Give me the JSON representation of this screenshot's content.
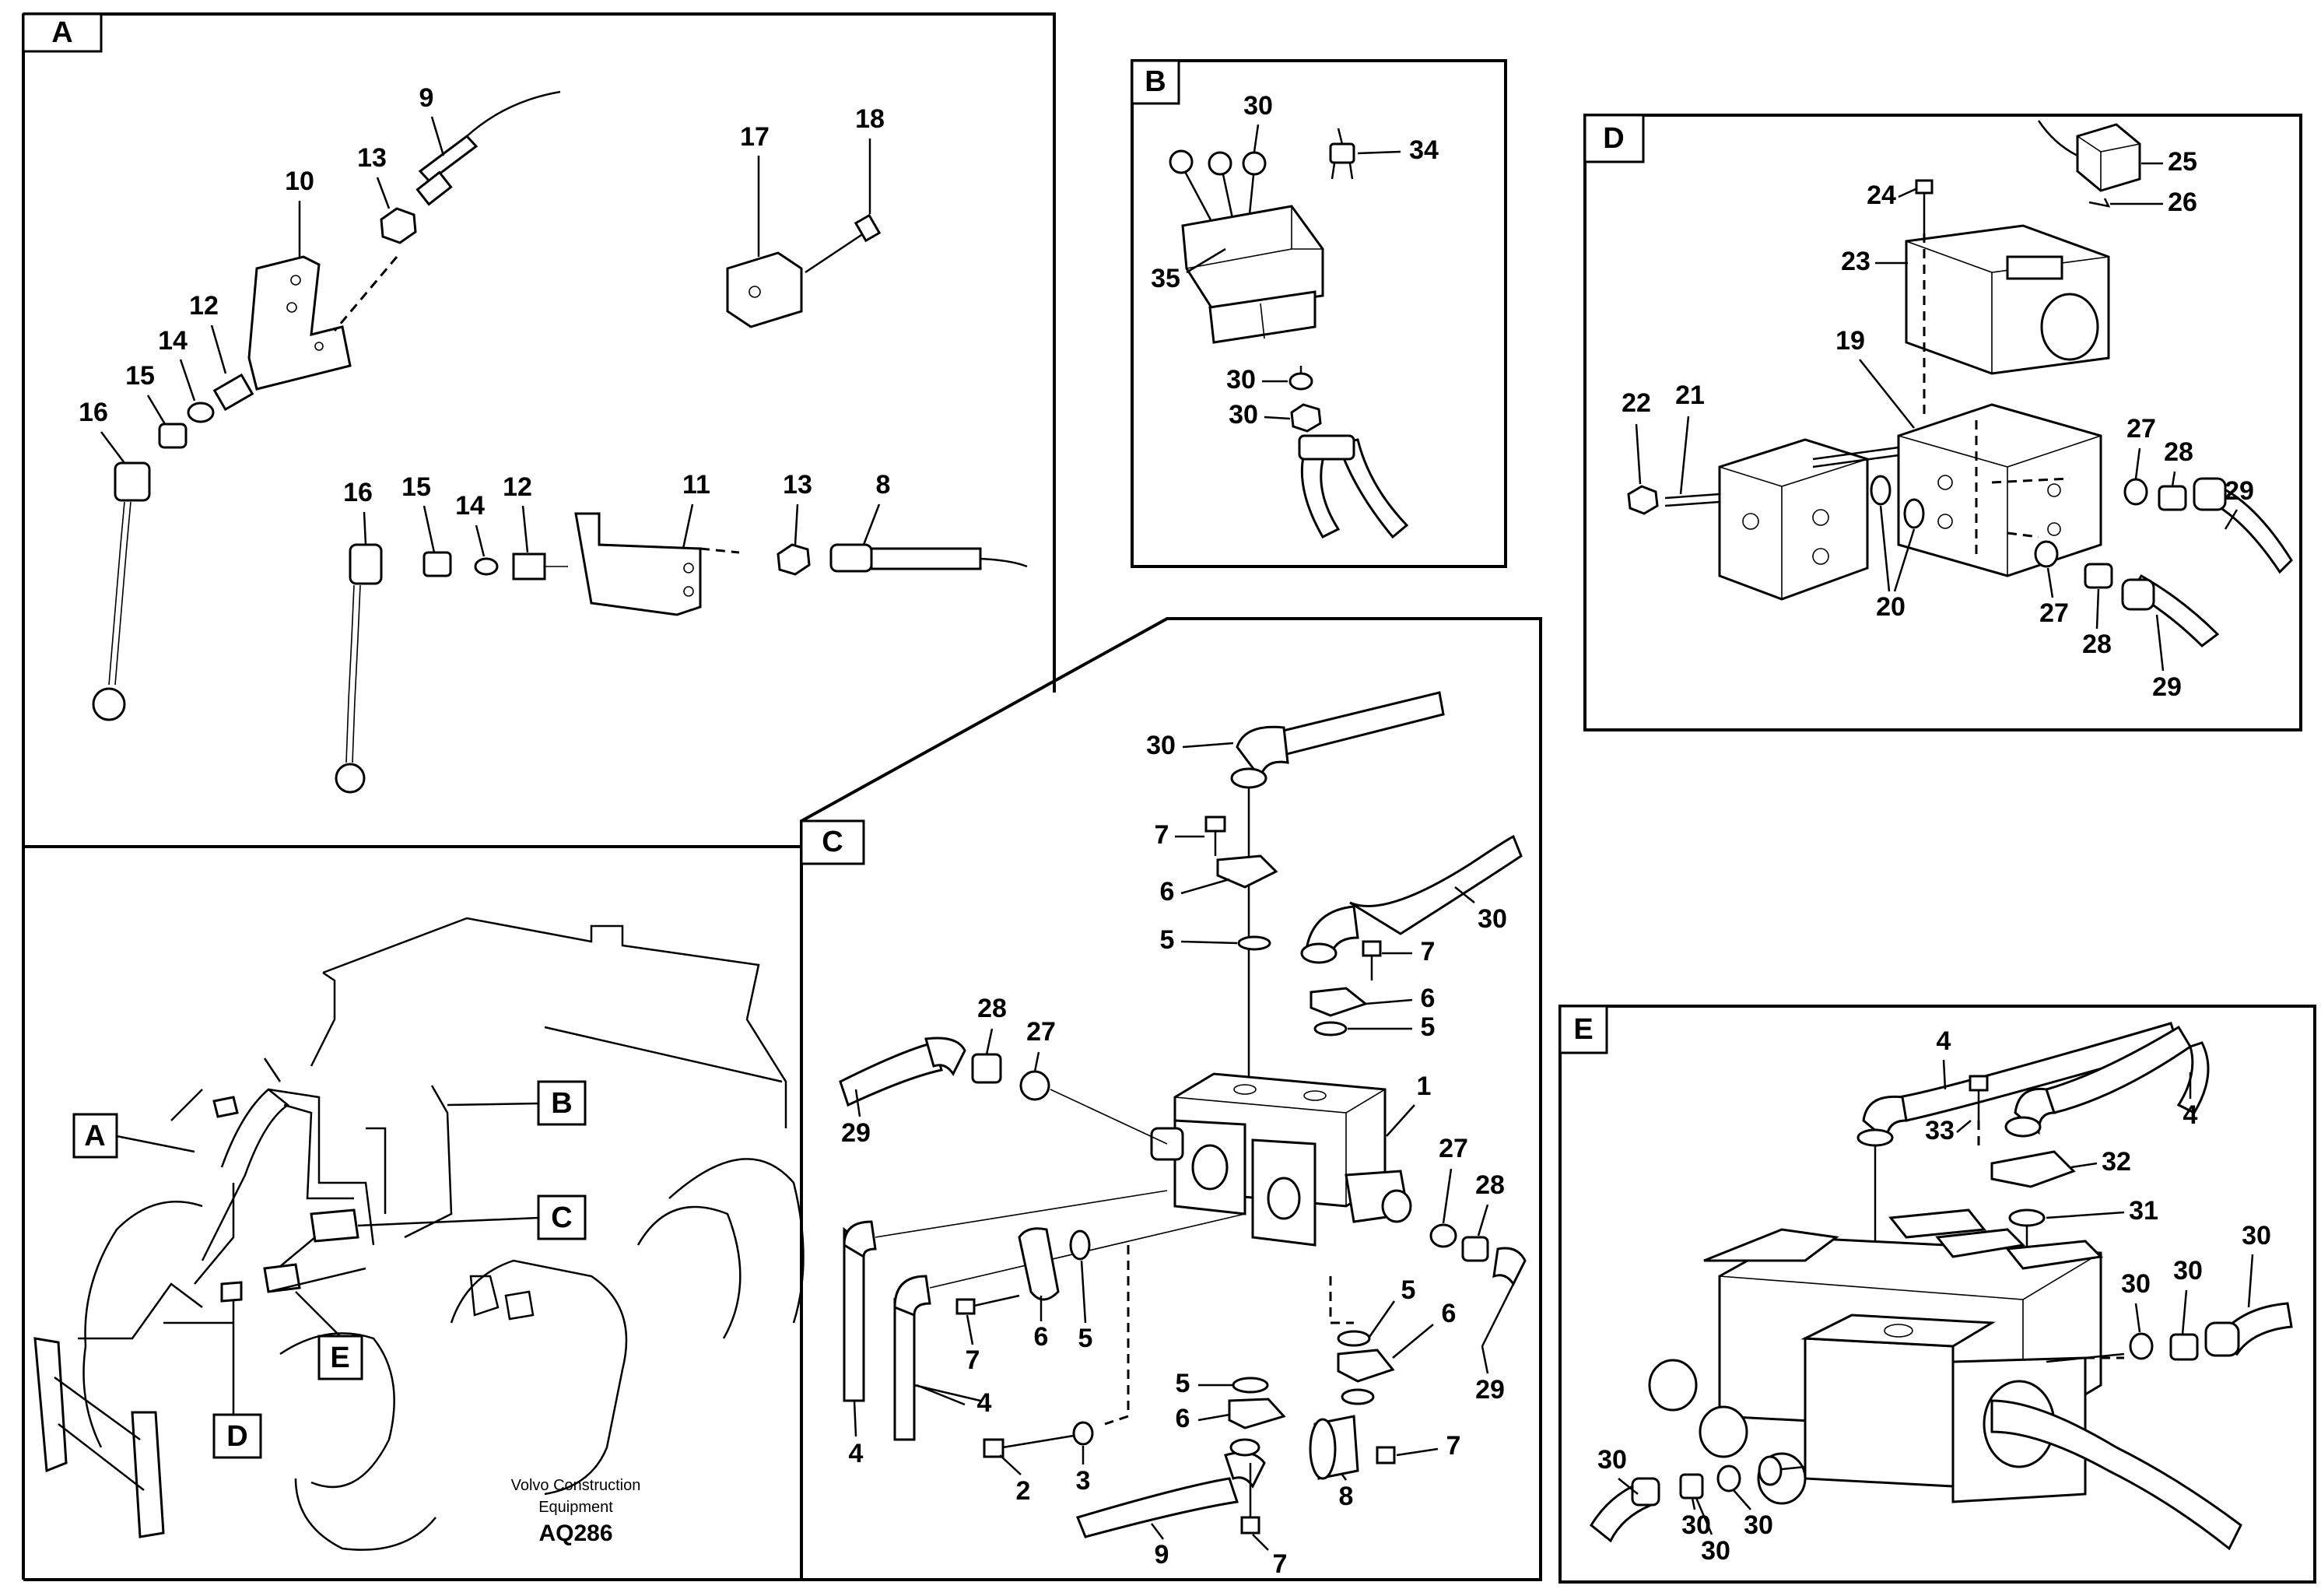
{
  "panels": {
    "a": {
      "tag": "A",
      "callouts": [
        "9",
        "10",
        "13",
        "12",
        "14",
        "15",
        "16",
        "17",
        "18",
        "16",
        "15",
        "14",
        "12",
        "11",
        "13",
        "8"
      ]
    },
    "b": {
      "tag": "B",
      "callouts": [
        "30",
        "34",
        "35",
        "30",
        "30"
      ]
    },
    "c": {
      "tag": "C",
      "callouts": [
        "30",
        "7",
        "6",
        "5",
        "30",
        "7",
        "6",
        "5",
        "28",
        "27",
        "1",
        "29",
        "27",
        "28",
        "5",
        "6",
        "29",
        "7",
        "6",
        "5",
        "5",
        "6",
        "7",
        "4",
        "4",
        "2",
        "3",
        "8",
        "9",
        "7"
      ]
    },
    "d": {
      "tag": "D",
      "callouts": [
        "25",
        "24",
        "26",
        "23",
        "19",
        "22",
        "21",
        "27",
        "28",
        "29",
        "20",
        "27",
        "28",
        "29"
      ]
    },
    "e": {
      "tag": "E",
      "callouts": [
        "4",
        "4",
        "33",
        "32",
        "31",
        "30",
        "30",
        "30",
        "30",
        "30",
        "30",
        "30"
      ]
    }
  },
  "overview": {
    "labels": [
      "A",
      "B",
      "C",
      "E",
      "D"
    ],
    "caption_line1": "Volvo Construction",
    "caption_line2": "Equipment",
    "caption_code": "AQ286"
  }
}
